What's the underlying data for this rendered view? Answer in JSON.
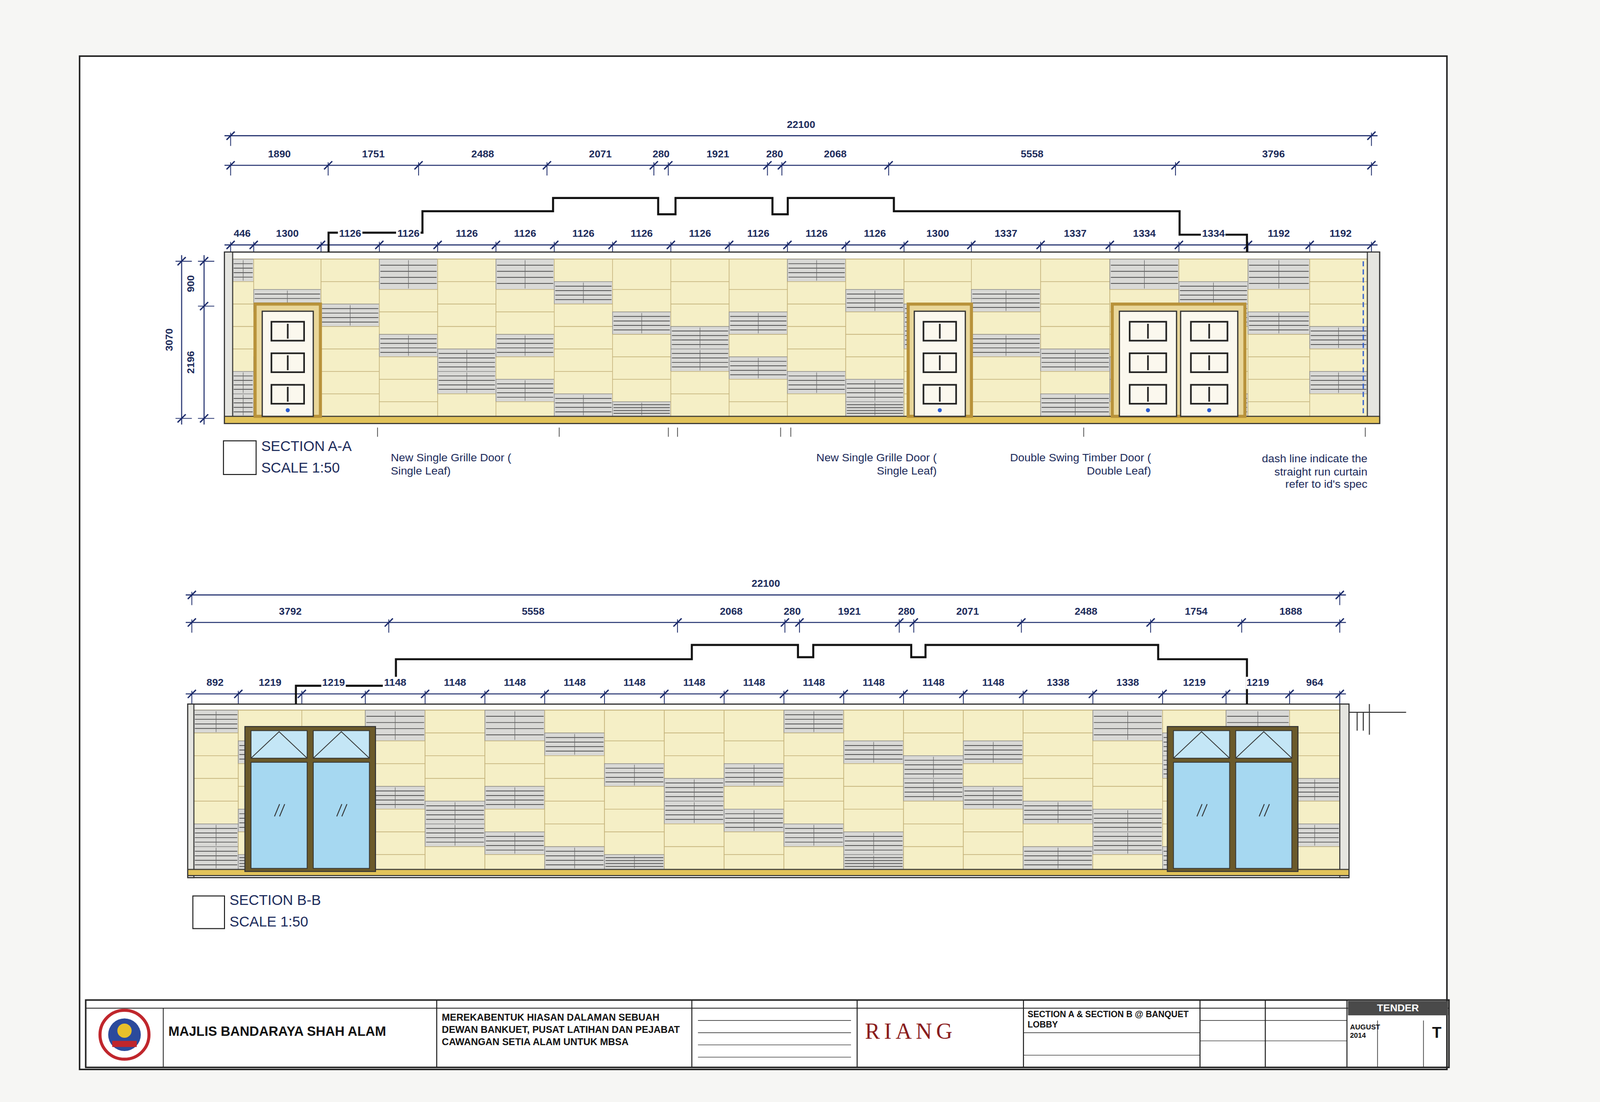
{
  "diagram": {
    "nodes": [
      {
        "text": [
          "MAJLIS BANDARAYA SHAH ALAM"
        ]
      },
      {
        "text": [
          "MEREKABENTUK HIASAN DALAMAN SEBUAH DEWAN BANKUET, PUSAT LATIHAN DAN PEJABAT CAWANGAN SETIA ALAM UNTUK MBSA"
        ]
      },
      {
        "text": [
          "RIANG"
        ]
      },
      {
        "text": [
          "SECTION A & SECTION B @ BANQUET LOBBY"
        ]
      },
      {
        "text": [
          "TENDER"
        ]
      },
      {
        "text": [
          "AUGUST",
          "2014"
        ]
      },
      {
        "text": [
          "T"
        ]
      }
    ],
    "labels": [
      "22100",
      "1890",
      "1751",
      "2488",
      "2071",
      "280",
      "1921",
      "280",
      "2068",
      "5558",
      "3796",
      "446",
      "1300",
      "1126",
      "1126",
      "1126",
      "1126",
      "1126",
      "1126",
      "1126",
      "1126",
      "1126",
      "1126",
      "1300",
      "1337",
      "1337",
      "1334",
      "1334",
      "1192",
      "1192",
      "3070",
      "900",
      "2196",
      "SECTION A-A",
      "SCALE 1:50",
      "New Single Grille Door ( Single Leaf)",
      "New Single Grille Door ( Single Leaf)",
      "Double Swing Timber Door ( Double Leaf)",
      "dash line indicate the straight run curtain refer to id's spec",
      "22100",
      "3792",
      "5558",
      "2068",
      "280",
      "1921",
      "280",
      "2071",
      "2488",
      "1754",
      "1888",
      "892",
      "1219",
      "1219",
      "1148",
      "1148",
      "1148",
      "1148",
      "1148",
      "1148",
      "1148",
      "1148",
      "1148",
      "1148",
      "1148",
      "1338",
      "1338",
      "1219",
      "1219",
      "964",
      "SECTION B-B",
      "SCALE 1:50"
    ]
  }
}
